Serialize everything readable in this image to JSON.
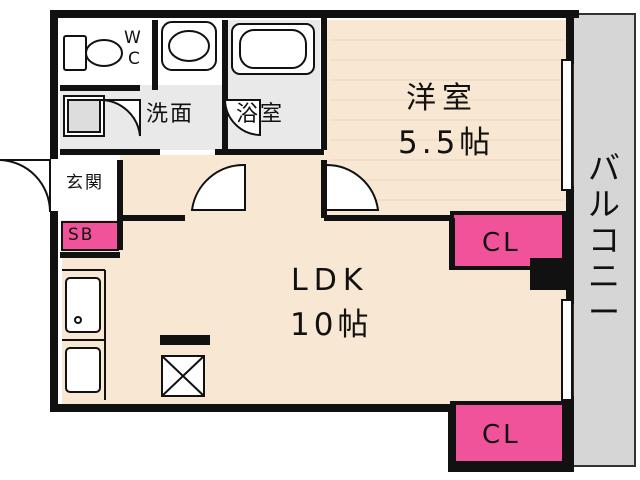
{
  "rooms": {
    "western": {
      "name": "洋室",
      "size": "5.5帖"
    },
    "ldk": {
      "name": "LDK",
      "size": "10帖"
    },
    "bath": {
      "name": "浴室"
    },
    "washroom": {
      "name": "洗面"
    },
    "entrance": {
      "name": "玄関"
    },
    "shoe_box": {
      "name": "SB"
    },
    "closet_upper": {
      "name": "CL"
    },
    "closet_lower": {
      "name": "CL"
    },
    "toilet": {
      "name_line1": "W",
      "name_line2": "C"
    },
    "balcony": {
      "name": "バルコニー"
    }
  },
  "colors": {
    "wall": "#111111",
    "room_fill": "#f8e7d2",
    "closet_fill": "#f0539a",
    "balcony_fill": "#d6d6d6",
    "wet_area_fill": "#e9e9e9",
    "floor_white": "#ffffff"
  },
  "icons": [
    "toilet-icon",
    "bathtub-icon",
    "washbasin-icon",
    "washing-machine-icon",
    "kitchen-sink-icon",
    "stove-icon",
    "refrigerator-icon",
    "door-swing-icon"
  ]
}
